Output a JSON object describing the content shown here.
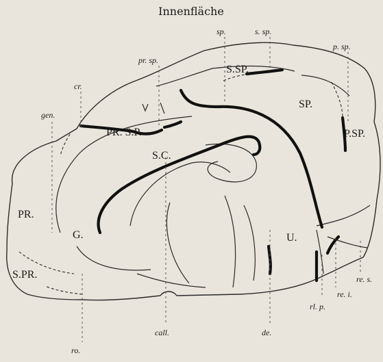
{
  "title": "Innenfläche",
  "regions": {
    "pr": "PR.",
    "s_pr": "S.PR.",
    "pr_sp": "PR. S.P.",
    "s_c": "S.C.",
    "g": "G.",
    "s_sp": "S.SP.",
    "sp": "SP.",
    "p_sp": "P.SP.",
    "u": "U."
  },
  "markers": {
    "sp": "sp.",
    "s_sp": "s. sp.",
    "p_sp": "p. sp.",
    "pr_sp": "pr. sp.",
    "cr": "cr.",
    "gen": "gen.",
    "call": "call.",
    "de": "de.",
    "ro": "ro.",
    "rl_p": "rl. p.",
    "re_i": "re. i.",
    "re_s": "re. s."
  }
}
